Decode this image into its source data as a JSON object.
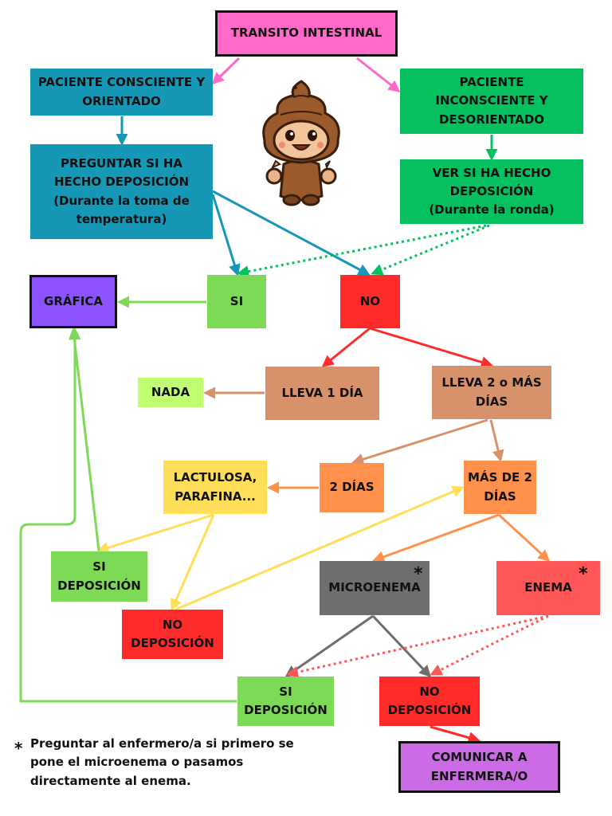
{
  "colors": {
    "pink": "#ff69c8",
    "teal": "#1597b5",
    "green_dark": "#04c05e",
    "green": "#7ed957",
    "green_light": "#c1ff72",
    "purple": "#8c52ff",
    "red": "#ff2b2b",
    "tan": "#d8926b",
    "orange": "#ff914d",
    "yellow": "#ffde59",
    "gray": "#6e6e6e",
    "coral": "#ff5757",
    "violet": "#cb6ce6"
  },
  "nodes": {
    "title": "TRANSITO INTESTINAL",
    "conscious": [
      "PACIENTE CONSCIENTE Y",
      "ORIENTADO"
    ],
    "unconscious": [
      "PACIENTE",
      "INCONSCIENTE Y",
      "DESORIENTADO"
    ],
    "ask": [
      "PREGUNTAR SI HA",
      "HECHO DEPOSICIÓN",
      "(Durante la toma de",
      "temperatura)"
    ],
    "check": [
      "VER SI HA HECHO",
      "DEPOSICIÓN",
      "(Durante la ronda)"
    ],
    "grafica": "GRÁFICA",
    "si": "SI",
    "no": "NO",
    "nada": "NADA",
    "lleva1": "LLEVA 1 DÍA",
    "lleva2": [
      "LLEVA 2 o MÁS",
      "DÍAS"
    ],
    "lactulosa": [
      "LACTULOSA,",
      "PARAFINA..."
    ],
    "dos_dias": "2 DÍAS",
    "mas_de_2": [
      "MÁS DE 2",
      "DÍAS"
    ],
    "si_dep_left": [
      "SI",
      "DEPOSICIÓN"
    ],
    "no_dep_left": [
      "NO",
      "DEPOSICIÓN"
    ],
    "microenema": "MICROENEMA",
    "enema": "ENEMA",
    "si_dep_bottom": [
      "SI",
      "DEPOSICIÓN"
    ],
    "no_dep_bottom": [
      "NO",
      "DEPOSICIÓN"
    ],
    "comunicar": [
      "COMUNICAR A",
      "ENFERMERA/O"
    ]
  },
  "marks": {
    "asterisk": "*"
  },
  "footnote": {
    "asterisk": "*",
    "text": "Preguntar al enfermero/a si primero se pone el microenema o pasamos directamente al enema."
  },
  "mascot_icon": "poop-mascot-icon"
}
